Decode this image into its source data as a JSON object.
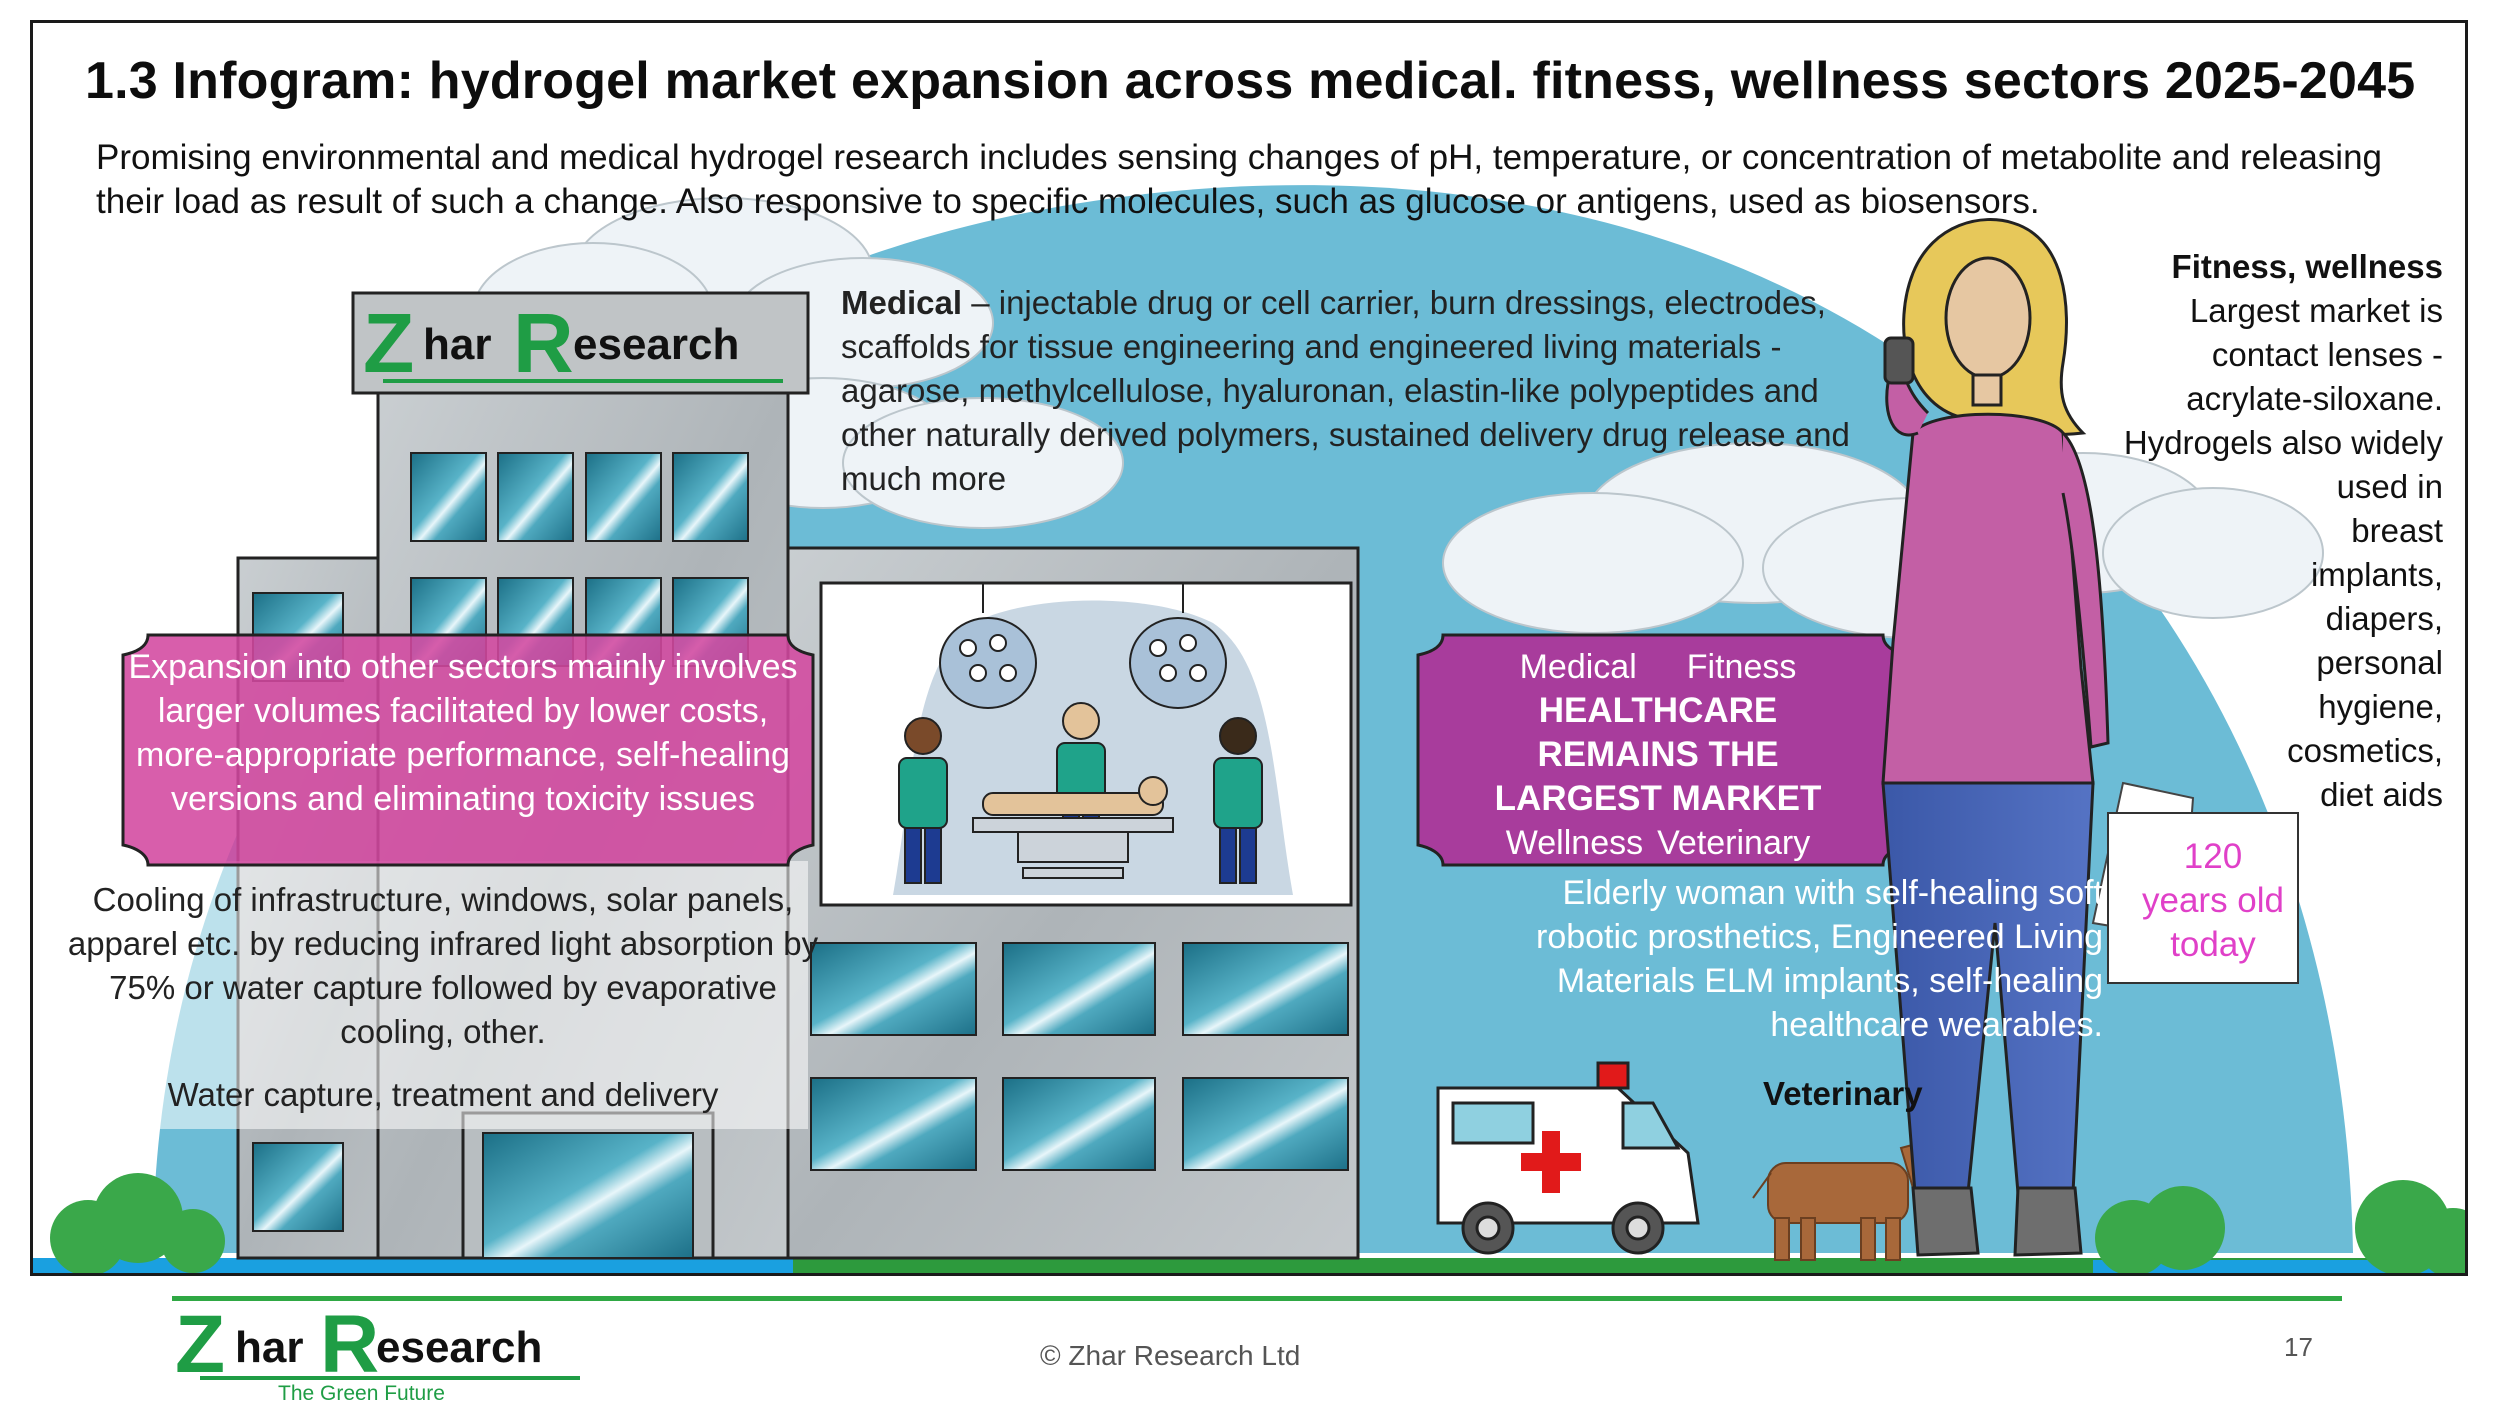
{
  "title": "1.3 Infogram: hydrogel market expansion across medical. fitness, wellness sectors 2025-2045",
  "subtitle": "Promising environmental and medical hydrogel research includes sensing changes of pH, temperature, or concentration of metabolite and releasing their load as result of such a change. Also responsive to specific molecules, such as glucose or antigens, used as biosensors.",
  "building_logo": {
    "z": "Z",
    "har": "har",
    "r": "R",
    "esearch": "esearch"
  },
  "medical": {
    "label": "Medical",
    "text": " – injectable drug or cell carrier, burn dressings, electrodes, scaffolds for tissue engineering  and engineered living materials - agarose, methylcellulose, hyaluronan, elastin-like polypeptides and other naturally derived polymers, sustained delivery drug release and much more"
  },
  "fitness": {
    "heading": "Fitness, wellness",
    "lines": [
      "Largest market is",
      "contact lenses -",
      "acrylate-siloxane.",
      "Hydrogels also widely",
      "used in",
      "breast",
      "implants,",
      "diapers,",
      "personal",
      "hygiene,",
      "cosmetics,",
      "diet aids"
    ]
  },
  "expansion": "Expansion into other sectors mainly involves larger volumes facilitated by lower costs, more-appropriate performance, self-healing versions and eliminating toxicity issues",
  "cooling": "Cooling of infrastructure, windows, solar panels, apparel etc. by reducing infrared light absorption by 75% or water capture followed by evaporative cooling, other.",
  "water": "Water capture, treatment and delivery",
  "healthcare": {
    "top_left": "Medical",
    "top_right": "Fitness",
    "line1": "HEALTHCARE",
    "line2": "REMAINS THE",
    "line3": "LARGEST MARKET",
    "bottom_left": "Wellness",
    "bottom_right": "Veterinary"
  },
  "elderly": "Elderly woman with self-healing soft robotic prosthetics, Engineered Living Materials ELM implants, self-healing healthcare wearables.",
  "age_note": {
    "line1": "120",
    "line2": "years old",
    "line3": "today"
  },
  "veterinary": "Veterinary",
  "footer": {
    "logo_z": "Z",
    "logo_har": "har",
    "logo_r": "R",
    "logo_esearch": "esearch",
    "tagline": "The Green Future",
    "copyright": "© Zhar Research Ltd",
    "page": "17"
  },
  "colors": {
    "sky": "#6cbcd6",
    "cloud": "#eef3f7",
    "magenta_panel": "#d3489f",
    "purple_panel": "#a83c9c",
    "grass": "#2d9a3d",
    "water": "#1aa0e0",
    "logo_green": "#1f9d45",
    "window": "#2f8fa3"
  }
}
